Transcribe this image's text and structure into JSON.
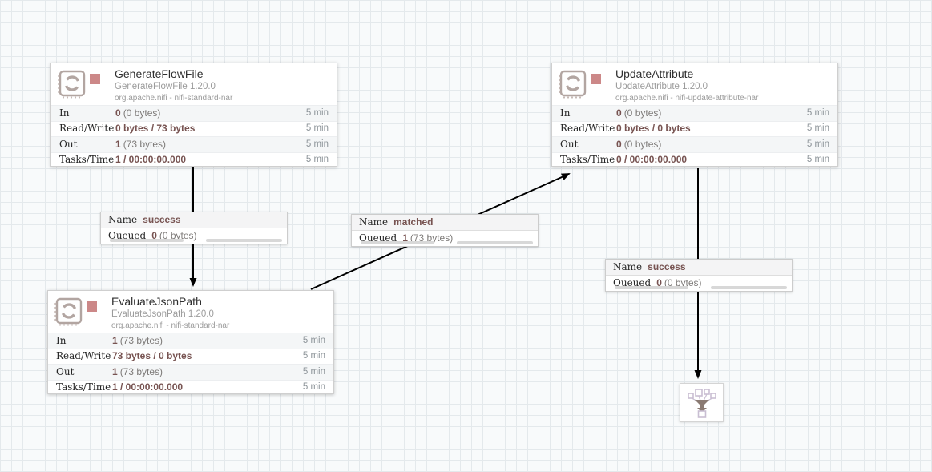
{
  "app": "Apache NiFi flow canvas",
  "colors": {
    "stopped_indicator": "#cc8888",
    "stat_value_text": "#775351",
    "wire": "#000000",
    "grid_line": "#e4e9ec",
    "canvas_bg": "#f8fafb"
  },
  "stats_window": "5 min",
  "connection_label_keys": {
    "name": "Name",
    "queued": "Queued"
  },
  "processors": [
    {
      "name": "GenerateFlowFile",
      "type": "GenerateFlowFile 1.20.0",
      "bundle": "org.apache.nifi - nifi-standard-nar",
      "state": "stopped",
      "stats": [
        {
          "label": "In",
          "value": "0",
          "detail": "(0 bytes)",
          "window": "5 min"
        },
        {
          "label": "Read/Write",
          "value": "0 bytes / 73 bytes",
          "detail": "",
          "window": "5 min"
        },
        {
          "label": "Out",
          "value": "1",
          "detail": "(73 bytes)",
          "window": "5 min"
        },
        {
          "label": "Tasks/Time",
          "value": "1 / 00:00:00.000",
          "detail": "",
          "window": "5 min"
        }
      ]
    },
    {
      "name": "UpdateAttribute",
      "type": "UpdateAttribute 1.20.0",
      "bundle": "org.apache.nifi - nifi-update-attribute-nar",
      "state": "stopped",
      "stats": [
        {
          "label": "In",
          "value": "0",
          "detail": "(0 bytes)",
          "window": "5 min"
        },
        {
          "label": "Read/Write",
          "value": "0 bytes / 0 bytes",
          "detail": "",
          "window": "5 min"
        },
        {
          "label": "Out",
          "value": "0",
          "detail": "(0 bytes)",
          "window": "5 min"
        },
        {
          "label": "Tasks/Time",
          "value": "0 / 00:00:00.000",
          "detail": "",
          "window": "5 min"
        }
      ]
    },
    {
      "name": "EvaluateJsonPath",
      "type": "EvaluateJsonPath 1.20.0",
      "bundle": "org.apache.nifi - nifi-standard-nar",
      "state": "stopped",
      "stats": [
        {
          "label": "In",
          "value": "1",
          "detail": "(73 bytes)",
          "window": "5 min"
        },
        {
          "label": "Read/Write",
          "value": "73 bytes / 0 bytes",
          "detail": "",
          "window": "5 min"
        },
        {
          "label": "Out",
          "value": "1",
          "detail": "(73 bytes)",
          "window": "5 min"
        },
        {
          "label": "Tasks/Time",
          "value": "1 / 00:00:00.000",
          "detail": "",
          "window": "5 min"
        }
      ]
    }
  ],
  "connections": [
    {
      "name": "success",
      "queued": "0",
      "queued_detail": "(0 bytes)",
      "from": "GenerateFlowFile",
      "to": "EvaluateJsonPath"
    },
    {
      "name": "matched",
      "queued": "1",
      "queued_detail": "(73 bytes)",
      "from": "EvaluateJsonPath",
      "to": "UpdateAttribute"
    },
    {
      "name": "success",
      "queued": "0",
      "queued_detail": "(0 bytes)",
      "from": "UpdateAttribute",
      "to": "funnel"
    }
  ]
}
